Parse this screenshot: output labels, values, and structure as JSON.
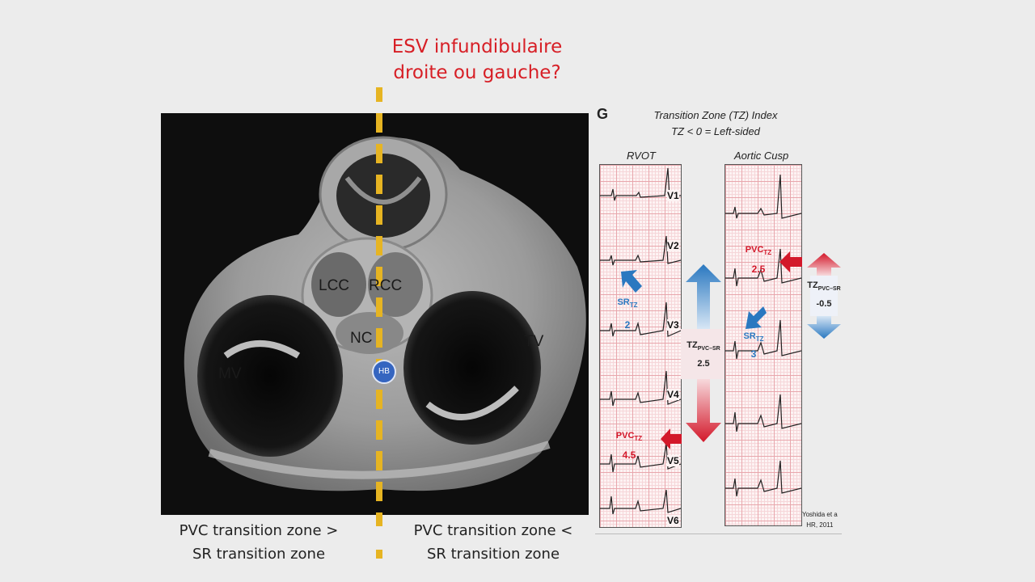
{
  "title": {
    "line1": "ESV infundibulaire",
    "line2": "droite ou gauche?"
  },
  "heart": {
    "labels": {
      "lcc": "LCC",
      "rcc": "RCC",
      "nc": "NC",
      "mv": "MV",
      "tv": "TV",
      "hb": "HB"
    }
  },
  "captions": {
    "left_line1": "PVC transition zone >",
    "left_line2": "SR transition zone",
    "right_line1": "PVC transition zone <",
    "right_line2": "SR transition zone"
  },
  "ecg": {
    "panel_letter": "G",
    "title_line1": "Transition Zone (TZ) Index",
    "title_line2": "TZ < 0 = Left-sided",
    "rvot": {
      "title": "RVOT",
      "leads": [
        "V1",
        "V2",
        "V3",
        "V4",
        "V5",
        "V6"
      ],
      "sr_label": "SR",
      "sr_sub": "TZ",
      "sr_value": "2",
      "pvc_label": "PVC",
      "pvc_sub": "TZ",
      "pvc_value": "4.5"
    },
    "aortic": {
      "title": "Aortic Cusp",
      "pvc_label": "PVC",
      "pvc_sub": "TZ",
      "pvc_value": "2.5",
      "sr_label": "SR",
      "sr_sub": "TZ",
      "sr_value": "3"
    },
    "tz_center": {
      "label": "TZ",
      "sub": "PVC–SR",
      "value": "2.5"
    },
    "tz_right": {
      "label": "TZ",
      "sub": "PVC–SR",
      "value": "-0.5"
    },
    "credit_line1": "Yoshida et a",
    "credit_line2": "HR, 2011"
  },
  "colors": {
    "title_red": "#d71f26",
    "dashed_line": "#e6b422",
    "pvc_red": "#d3182a",
    "sr_blue": "#2a78c0"
  }
}
